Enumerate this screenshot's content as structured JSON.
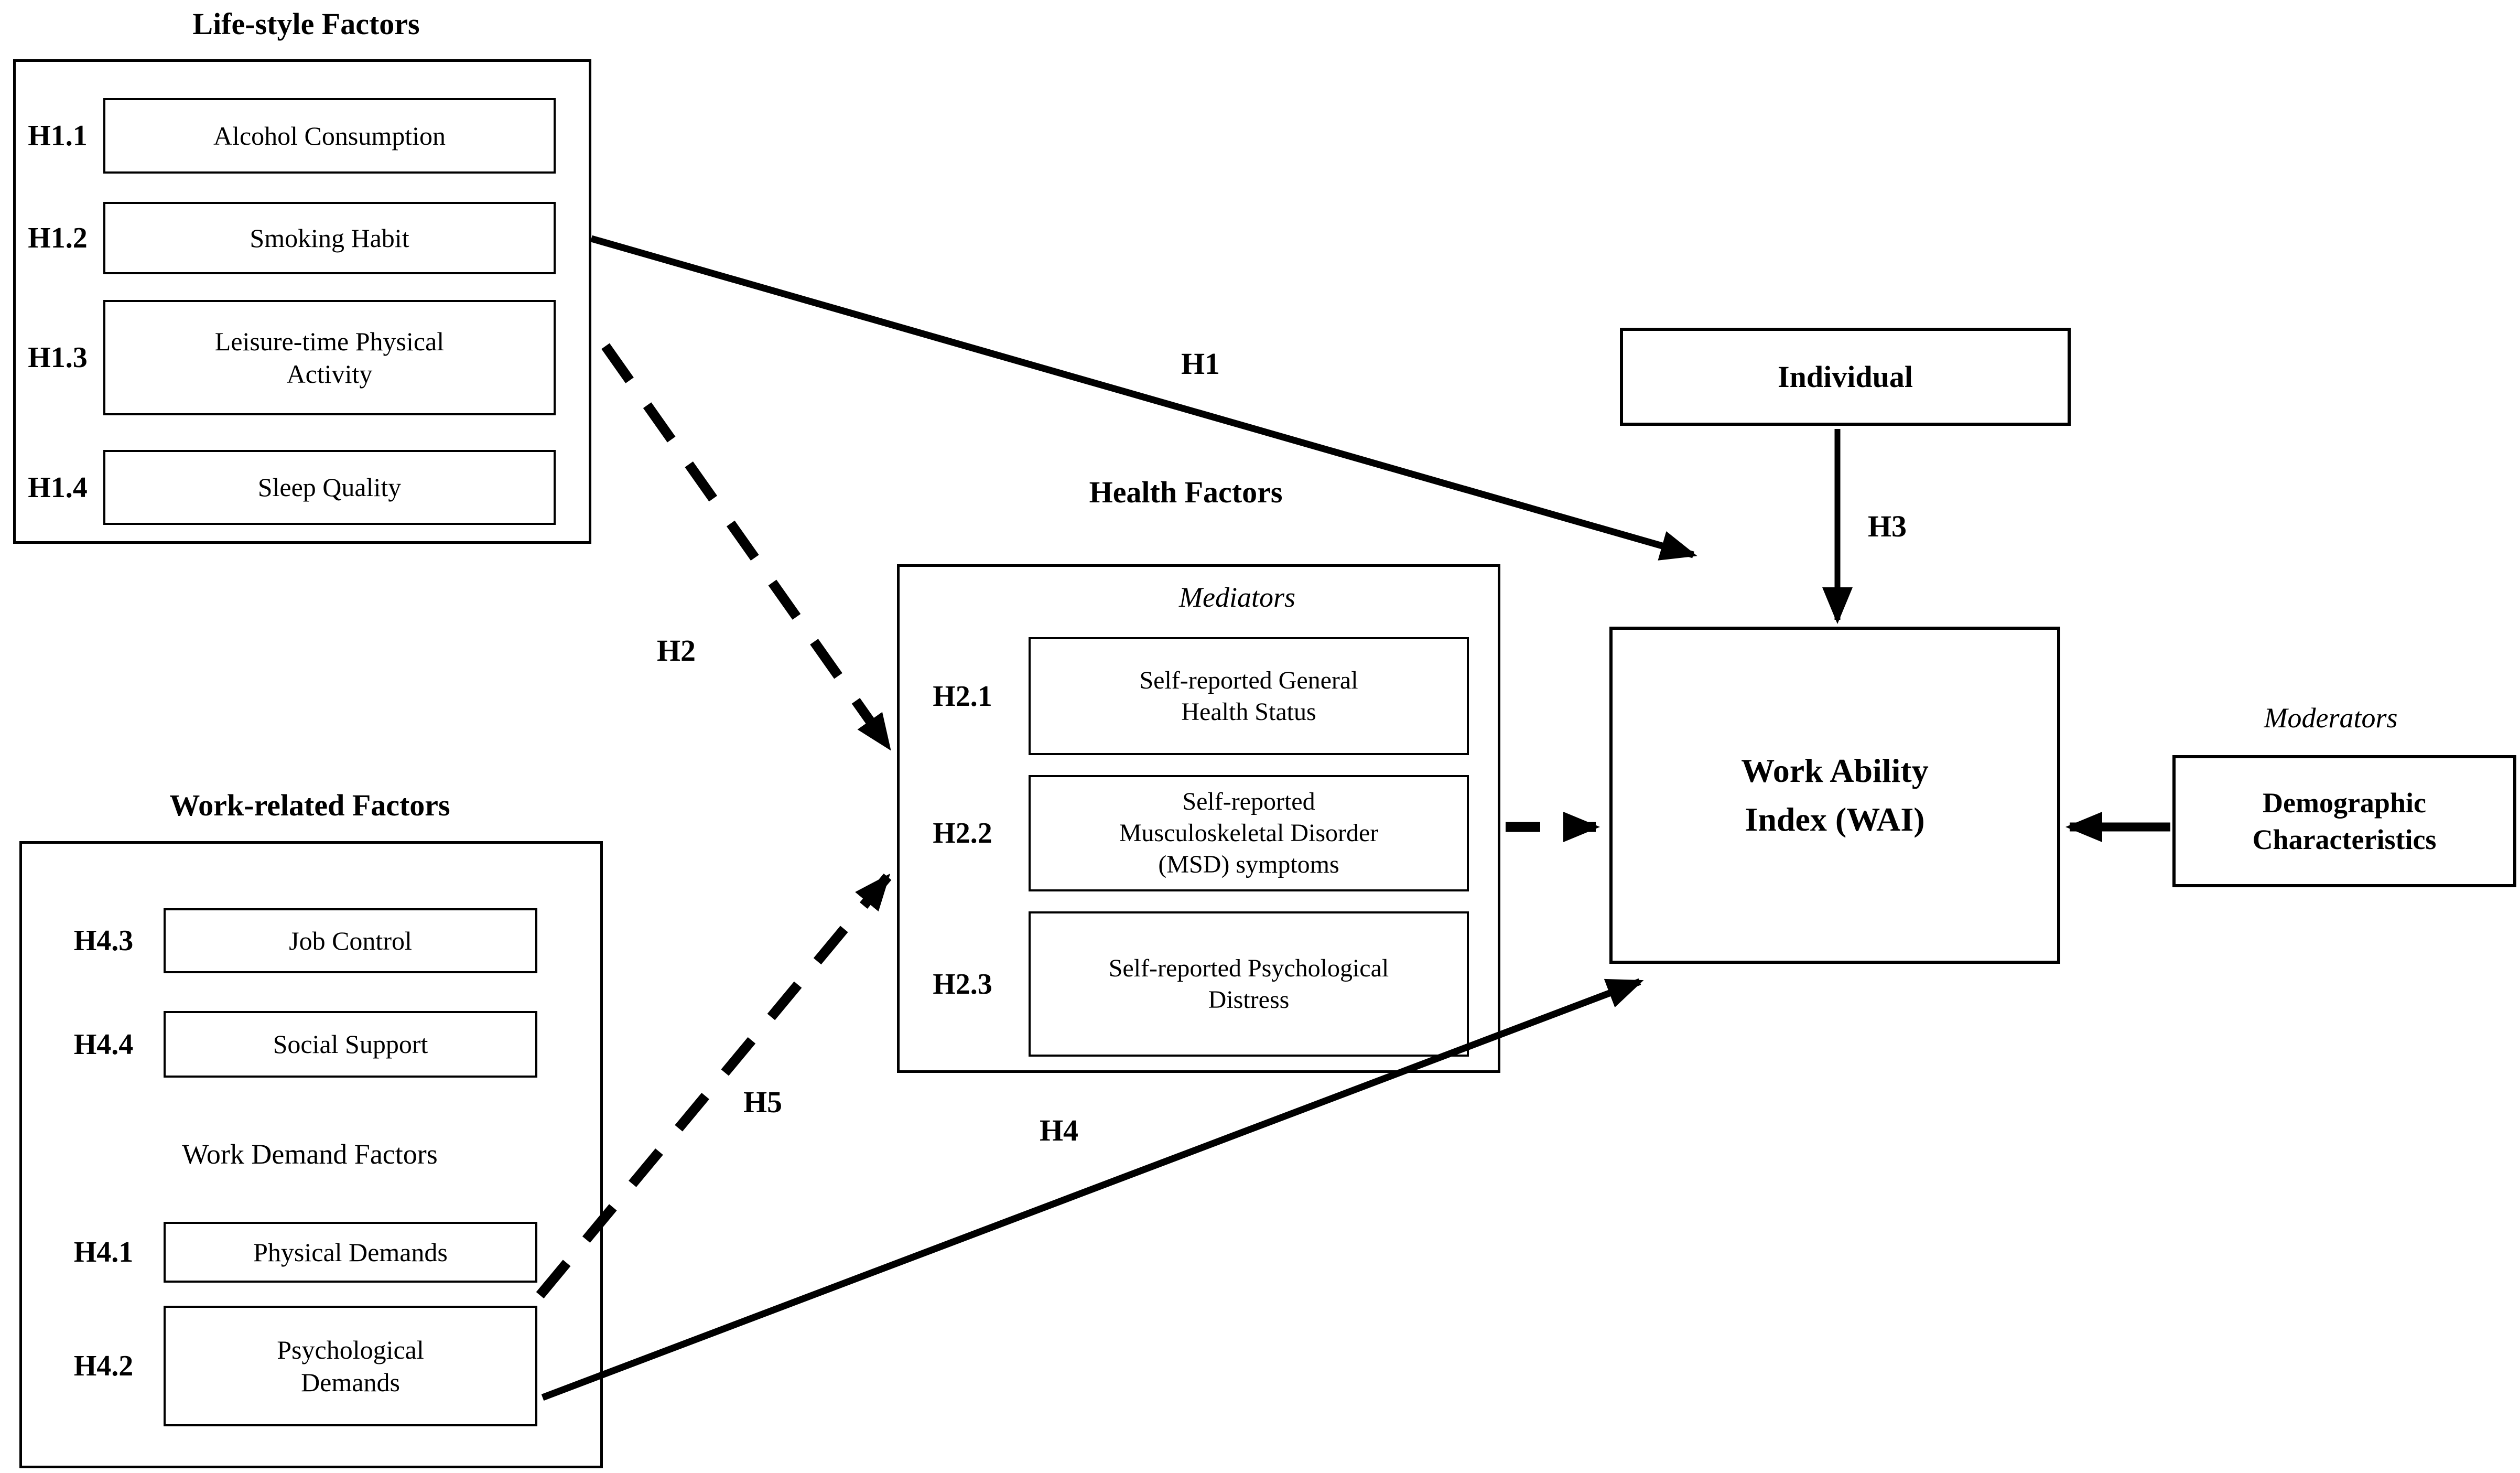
{
  "diagram": {
    "lifestyle": {
      "title": "Life-style Factors",
      "items": [
        {
          "tag": "H1.1",
          "label": "Alcohol Consumption"
        },
        {
          "tag": "H1.2",
          "label": "Smoking Habit"
        },
        {
          "tag": "H1.3",
          "label": "Leisure-time Physical Activity"
        },
        {
          "tag": "H1.4",
          "label": "Sleep Quality"
        }
      ]
    },
    "health": {
      "title": "Health Factors",
      "subtitle": "Mediators",
      "items": [
        {
          "tag": "H2.1",
          "label": "Self-reported General Health Status"
        },
        {
          "tag": "H2.2",
          "label": "Self-reported Musculoskeletal Disorder (MSD) symptoms"
        },
        {
          "tag": "H2.3",
          "label": "Self-reported Psychological Distress"
        }
      ]
    },
    "work": {
      "title": "Work-related Factors",
      "control_items": [
        {
          "tag": "H4.3",
          "label": "Job Control"
        },
        {
          "tag": "H4.4",
          "label": "Social Support"
        }
      ],
      "demand_title": "Work Demand Factors",
      "demand_items": [
        {
          "tag": "H4.1",
          "label": "Physical Demands"
        },
        {
          "tag": "H4.2",
          "label": "Psychological Demands"
        }
      ]
    },
    "individual": {
      "label": "Individual"
    },
    "wai": {
      "label": "Work Ability Index (WAI)"
    },
    "moderators": {
      "subtitle": "Moderators",
      "label": "Demographic Characteristics"
    },
    "arrows": {
      "h1": "H1",
      "h2": "H2",
      "h3": "H3",
      "h4": "H4",
      "h5": "H5"
    },
    "colors": {
      "line": "#000000",
      "background": "#ffffff",
      "text": "#000000"
    }
  }
}
